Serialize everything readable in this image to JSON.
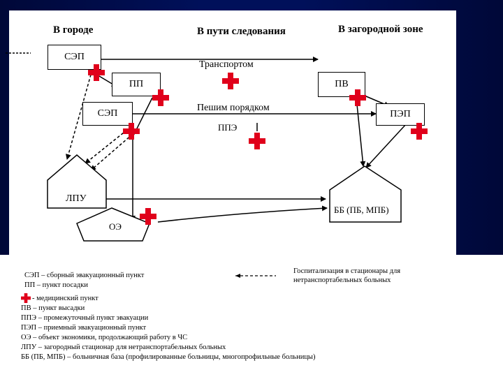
{
  "zones": {
    "city": "В городе",
    "route": "В пути следования",
    "suburban": "В загородной зоне"
  },
  "nodes": {
    "sep_top": "СЭП",
    "pp": "ПП",
    "sep_mid": "СЭП",
    "pv": "ПВ",
    "pep": "ПЭП",
    "ppe": "ППЭ",
    "lpu": "ЛПУ",
    "bb": "ББ (ПБ, МПБ)",
    "oe": "ОЭ"
  },
  "edge_labels": {
    "transport": "Транспортом",
    "on_foot": "Пешим порядком"
  },
  "legend": {
    "hospitalization": "Госпитализация в стационары для нетранспортабельных больных",
    "items": [
      "СЭП – сборный эвакуационный пункт",
      "ПП – пункт посадки",
      "- медицинский пункт",
      "ПВ – пункт высадки",
      "ППЭ – промежуточный пункт эвакуации",
      "ПЭП – приемный эвакуационный пункт",
      "ОЭ – объект экономики, продолжающий работу в ЧС",
      "ЛПУ – загородный стационар для нетранспортабельных больных",
      "ББ (ПБ, МПБ) – больничная база (профилированные больницы, многопрофильные больницы)"
    ]
  },
  "colors": {
    "background": "#00105a",
    "medical_cross": "#e0001b",
    "line": "#000000"
  },
  "icons": {
    "medical_point": "red-cross-icon"
  }
}
